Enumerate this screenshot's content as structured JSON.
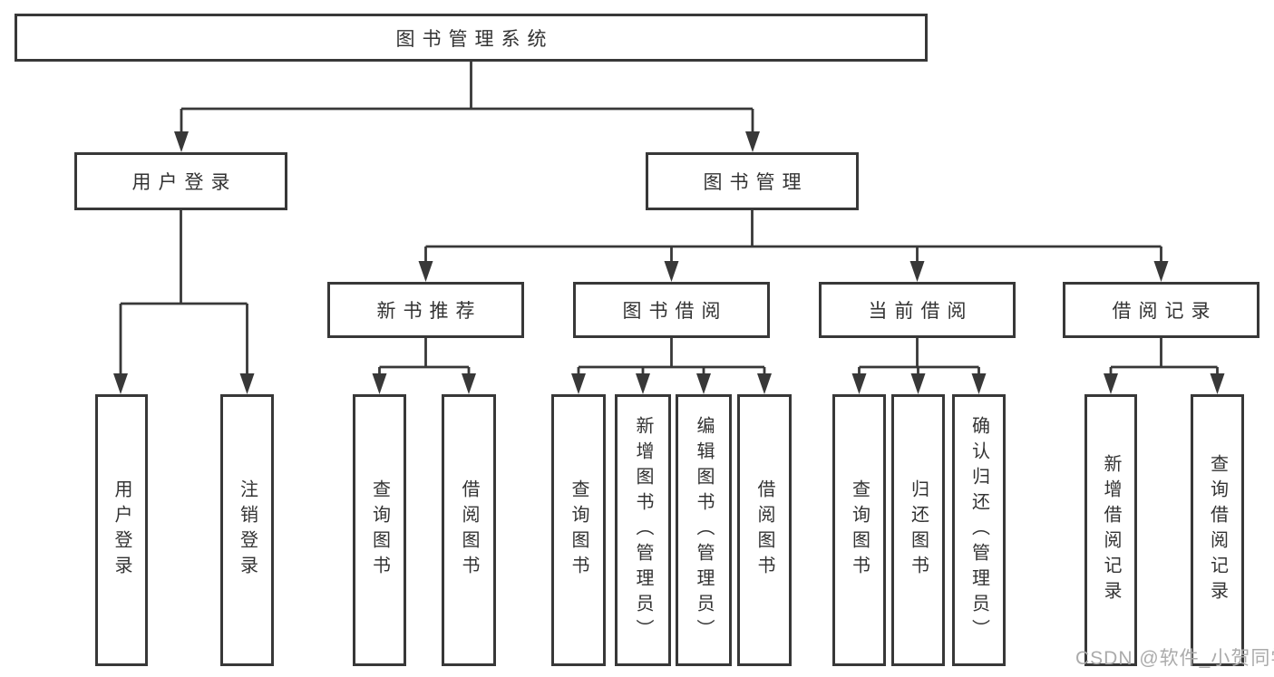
{
  "diagram": {
    "root": {
      "label": "图书管理系统"
    },
    "branches": [
      {
        "label": "用户登录",
        "children": [
          {
            "label": "用户登录"
          },
          {
            "label": "注销登录"
          }
        ]
      },
      {
        "label": "图书管理",
        "children": [
          {
            "label": "新书推荐",
            "children": [
              {
                "label": "查询图书"
              },
              {
                "label": "借阅图书"
              }
            ]
          },
          {
            "label": "图书借阅",
            "children": [
              {
                "label": "查询图书"
              },
              {
                "label": "新增图书（管理员）"
              },
              {
                "label": "编辑图书（管理员）"
              },
              {
                "label": "借阅图书"
              }
            ]
          },
          {
            "label": "当前借阅",
            "children": [
              {
                "label": "查询图书"
              },
              {
                "label": "归还图书"
              },
              {
                "label": "确认归还（管理员）"
              }
            ]
          },
          {
            "label": "借阅记录",
            "children": [
              {
                "label": "新增借阅记录"
              },
              {
                "label": "查询借阅记录"
              }
            ]
          }
        ]
      }
    ]
  },
  "watermark": {
    "text": "CSDN @软件_小贺同学"
  },
  "colors": {
    "line": "#383838",
    "text": "#333333",
    "box_fill": "#ffffff",
    "watermark": "#ababab",
    "background": "#ffffff"
  }
}
